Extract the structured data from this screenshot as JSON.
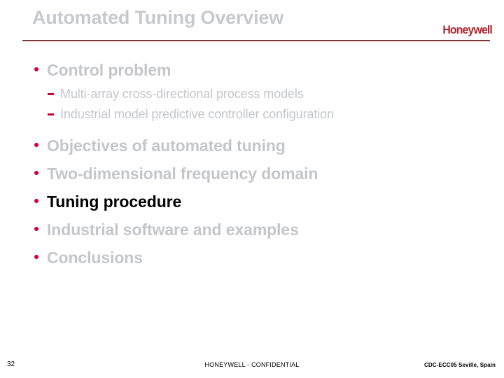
{
  "slide": {
    "title": "Automated Tuning Overview",
    "brand": "Honeywell",
    "colors": {
      "title_gray": "#c7c9cc",
      "body_gray": "#c4c6c9",
      "bullet_red": "#cc0033",
      "brand_red": "#b0252f",
      "rule_maroon": "#7d3c3b",
      "highlight_black": "#000000"
    },
    "bullets": [
      {
        "label": "Control problem",
        "marker": "round-bullet",
        "highlight": false,
        "children": [
          {
            "label": "Multi-array cross-directional process models",
            "marker": "dash-bullet"
          },
          {
            "label": "Industrial model predictive controller configuration",
            "marker": "dash-bullet"
          }
        ]
      },
      {
        "label": "Objectives of automated tuning",
        "marker": "round-bullet",
        "highlight": false,
        "children": []
      },
      {
        "label": "Two-dimensional frequency domain",
        "marker": "round-bullet",
        "highlight": false,
        "children": []
      },
      {
        "label": "Tuning procedure",
        "marker": "round-bullet",
        "highlight": true,
        "children": []
      },
      {
        "label": "Industrial software and examples",
        "marker": "round-bullet",
        "highlight": false,
        "children": []
      },
      {
        "label": "Conclusions",
        "marker": "round-bullet",
        "highlight": false,
        "children": []
      }
    ],
    "footer": {
      "page_number": "32",
      "confidentiality": "HONEYWELL - CONFIDENTIAL",
      "conference": "CDC-ECC05 Seville, Spain"
    }
  }
}
